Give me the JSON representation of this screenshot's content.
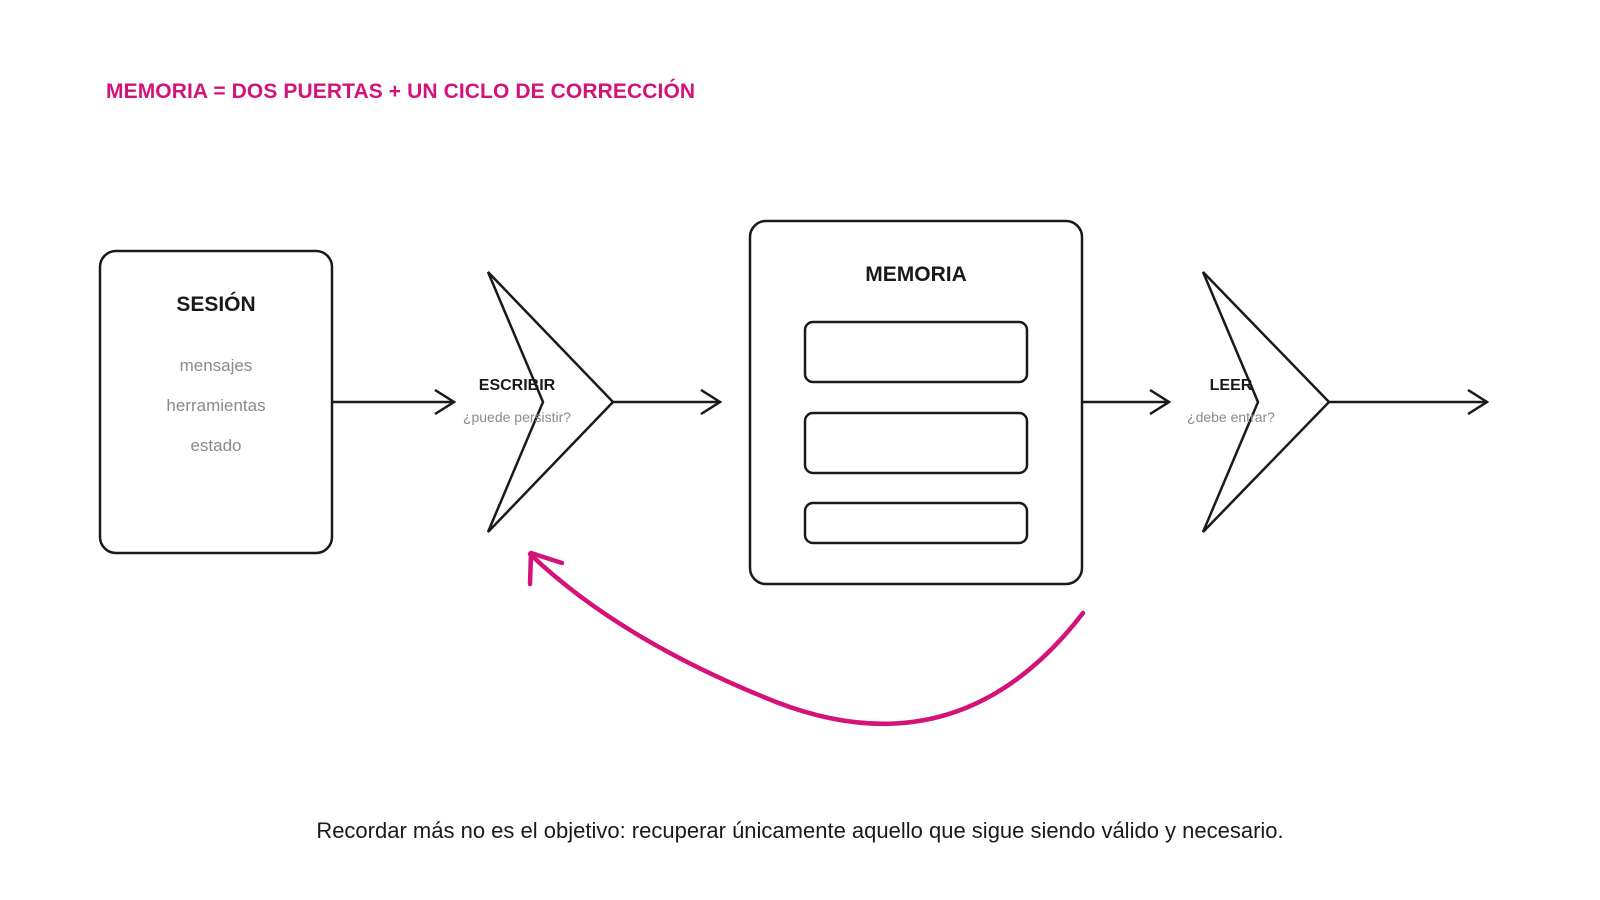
{
  "title": "MEMORIA = DOS PUERTAS + UN CICLO DE CORRECCIÓN",
  "session": {
    "title": "SESIÓN",
    "items": [
      "mensajes",
      "herramientas",
      "estado"
    ]
  },
  "gate_write": {
    "label": "ESCRIBIR",
    "question": "¿puede persistir?"
  },
  "memory": {
    "title": "MEMORIA",
    "slots": 3
  },
  "gate_read": {
    "label": "LEER",
    "question": "¿debe entrar?"
  },
  "caption": "Recordar más no es el objetivo: recuperar únicamente aquello que sigue siendo válido y necesario.",
  "colors": {
    "accent": "#d4137a",
    "stroke": "#1a1a1a",
    "muted": "#8a8a8a"
  }
}
